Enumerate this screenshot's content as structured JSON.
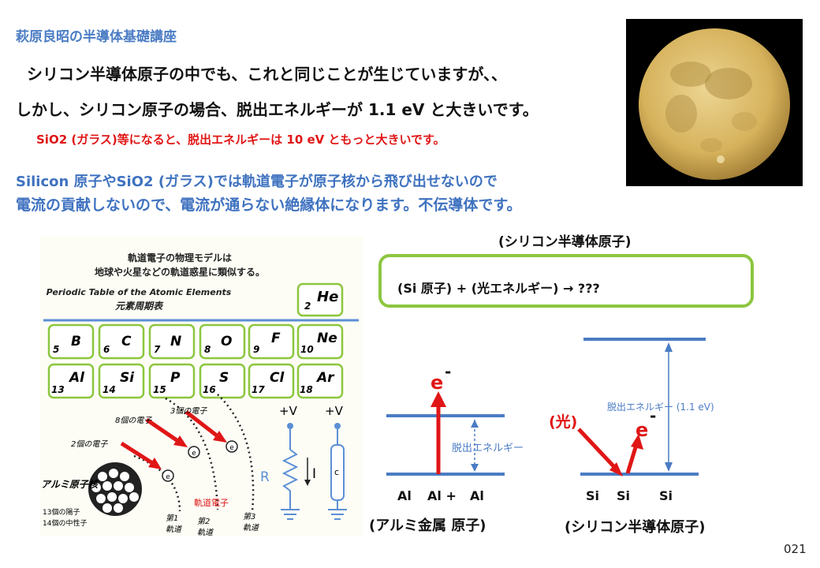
{
  "header": {
    "series_title": "萩原良昭の半導体基礎講座"
  },
  "text": {
    "line1": "シリコン半導体原子の中でも、これと同じことが生じていますが、、",
    "line2": "しかし、シリコン原子の場合、脱出エネルギーが 1.1 eV と大きいです。",
    "line3": "SiO2 (ガラス)等になると、脱出エネルギーは 10 eV ともっと大きいです。",
    "line4": "Silicon 原子やSiO2 (ガラス)では軌道電子が原子核から飛び出せないので",
    "line5": "電流の貢献しないので、電流が通らない絶縁体になります。不伝導体です。"
  },
  "figure_left": {
    "caption1": "軌道電子の物理モデルは",
    "caption2": "地球や火星などの軌道惑星に類似する。",
    "table_title": "Periodic Table of the Atomic Elements",
    "table_subtitle": "元素周期表",
    "elements": [
      {
        "num": "2",
        "sym": "He"
      },
      {
        "num": "5",
        "sym": "B"
      },
      {
        "num": "6",
        "sym": "C"
      },
      {
        "num": "7",
        "sym": "N"
      },
      {
        "num": "8",
        "sym": "O"
      },
      {
        "num": "9",
        "sym": "F"
      },
      {
        "num": "10",
        "sym": "Ne"
      },
      {
        "num": "13",
        "sym": "Al"
      },
      {
        "num": "14",
        "sym": "Si"
      },
      {
        "num": "15",
        "sym": "P"
      },
      {
        "num": "16",
        "sym": "S"
      },
      {
        "num": "17",
        "sym": "Cl"
      },
      {
        "num": "18",
        "sym": "Ar"
      }
    ],
    "electrons_3": "3個の電子",
    "electrons_8": "8個の電子",
    "electrons_2": "2個の電子",
    "nucleus": "アルミ原子核",
    "protons": "13個の陽子",
    "neutrons": "14個の中性子",
    "orbital_electron": "軌道電子",
    "orbit1a": "第1",
    "orbit1b": "軌道",
    "orbit2a": "第2",
    "orbit2b": "軌道",
    "orbit3a": "第3",
    "orbit3b": "軌道",
    "plus_v": "+V",
    "resistor": "R",
    "current": "I",
    "capacitor": "c",
    "electron": "e"
  },
  "figure_right": {
    "title": "(シリコン半導体原子)",
    "equation": "(Si 原子) + (光エネルギー)  → ???",
    "al_electron": "e",
    "al_minus": "-",
    "al_escape": "脱出エネルギー",
    "al_labels": [
      "Al",
      "Al +",
      "Al"
    ],
    "al_caption": "(アルミ金属 原子)",
    "light": "(光)",
    "si_electron": "e",
    "si_minus": "-",
    "si_escape": "脱出エネルギー (1.1 eV)",
    "si_labels": [
      "Si",
      "Si",
      "Si"
    ],
    "si_caption": "(シリコン半導体原子)"
  },
  "footer": {
    "page_number": "021"
  },
  "colors": {
    "blue": "#4a7cc4",
    "red": "#e01616",
    "green": "#8cc63f"
  }
}
